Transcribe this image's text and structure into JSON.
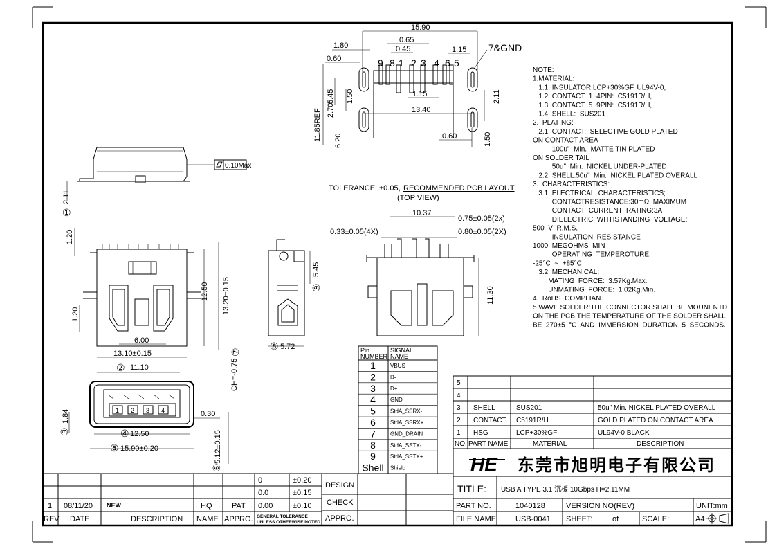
{
  "dims": {
    "top_overall": "15.90",
    "d_180": "1.80",
    "d_065": "0.65",
    "d_045": "0.45",
    "d_115_top": "1.15",
    "d_060_top": "0.60",
    "gnd_label": "7&GND",
    "pin_numbers": [
      "9",
      "8",
      "1",
      "2",
      "3",
      "4",
      "6",
      "5"
    ],
    "d_115_mid": "1.15",
    "d_1340": "13.40",
    "d_545": "5.45",
    "d_270": "2.70",
    "d_150_left": "1.50",
    "d_1185ref": "11.85REF",
    "d_620": "6.20",
    "d_211_right": "2.11",
    "d_060_right": "0.60",
    "d_150_right": "1.50",
    "flat_tol": "0.10Max",
    "d_211_side": "2.11",
    "circ1": "①",
    "d_120_a": "1.20",
    "d_120_b": "1.20",
    "d_600": "6.00",
    "d_1250": "12.50",
    "d_1320": "13.20±0.15",
    "d_1310": "13.10±0.15",
    "circ2": "②",
    "d_1110": "11.10",
    "ch": "CH=-0.75",
    "circ7": "⑦",
    "d_545_side": "5.45",
    "circ9": "⑨",
    "circ8": "⑧",
    "d_572": "5.72",
    "circ3": "③",
    "d_184": "1.84",
    "d_030": "0.30",
    "circ4": "④",
    "d_1250_front": "12.50",
    "circ5": "⑤",
    "d_1590_front": "15.90±0.20",
    "circ6": "⑥",
    "d_512": "5.12±0.15",
    "front_pins": [
      "1",
      "2",
      "3",
      "4"
    ],
    "tolerance_line": "TOLERANCE: ±0.05,",
    "pcb_title": "RECOMMENDED PCB LAYOUT",
    "top_view": "(TOP VIEW)",
    "pcb_1037": "10.37",
    "pcb_075": "0.75±0.05(2x)",
    "pcb_033": "0.33±0.05(4X)",
    "pcb_080": "0.80±0.05(2X)",
    "pcb_1130": "11.30"
  },
  "notes": [
    "NOTE:",
    "1.MATERIAL:",
    "   1.1  INSULATOR:LCP+30%GF, UL94V-0,",
    "   1.2  CONTACT  1~4PIN:  C5191R/H,",
    "   1.3  CONTACT  5~9PIN:  C5191R/H,",
    "   1.4  SHELL:  SUS201",
    "2.  PLATING:",
    "   2.1  CONTACT:  SELECTIVE GOLD PLATED",
    "ON CONTACT AREA",
    "          100u\"  Min.  MATTE TIN PLATED",
    "ON SOLDER TAIL",
    "          50u\"  Min.  NICKEL UNDER-PLATED",
    "   2.2  SHELL:50u\"  Min.  NICKEL PLATED OVERALL",
    "3.  CHARACTERISTICS:",
    "   3.1  ELECTRICAL  CHARACTERISTICS;",
    "          CONTACTRESISTANCE:30mΩ  MAXIMUM",
    "          CONTACT  CURRENT  RATING:3A",
    "          DIELECTRIC  WITHSTANDING  VOLTAGE:",
    "500  V  R.M.S.",
    "          INSULATION  RESISTANCE",
    "1000  MEGOHMS  MIN",
    "          OPERATING  TEMPEROTURE:",
    "-25°C  ~  +85°C",
    "   3.2  MECHANICAL:",
    "        MATING  FORCE:  3.57Kg.Max.",
    "        UNMATING  FORCE:  1.02Kg.Min.",
    "4.  RoHS  COMPLIANT",
    "5.WAVE SOLDER:THE CONNECTOR SHALL BE MOUNENTD",
    "ON THE PCB.THE TEMPERATURE OF THE SOLDER SHALL",
    "BE  270±5  °C  AND  IMMERSION  DURATION  5  SECONDS."
  ],
  "pin_table": {
    "head_pin": [
      "Pin",
      "NUMBER"
    ],
    "head_sig": [
      "SIGNAL",
      "NAME"
    ],
    "rows": [
      {
        "pin": "1",
        "sig": "VBUS"
      },
      {
        "pin": "2",
        "sig": "D-"
      },
      {
        "pin": "3",
        "sig": "D+"
      },
      {
        "pin": "4",
        "sig": "GND"
      },
      {
        "pin": "5",
        "sig": "StdA_SSRX-"
      },
      {
        "pin": "6",
        "sig": "StdA_SSRX+"
      },
      {
        "pin": "7",
        "sig": "GND_DRAIN"
      },
      {
        "pin": "8",
        "sig": "StdA_SSTX-"
      },
      {
        "pin": "9",
        "sig": "StdA_SSTX+"
      },
      {
        "pin": "Shell",
        "sig": "Shield"
      }
    ]
  },
  "bom": {
    "rows": [
      {
        "no": "5",
        "part": "",
        "material": "",
        "desc": ""
      },
      {
        "no": "4",
        "part": "",
        "material": "",
        "desc": ""
      },
      {
        "no": "3",
        "part": "SHELL",
        "material": "SUS201",
        "desc": "50u\" Min. NICKEL PLATED OVERALL"
      },
      {
        "no": "2",
        "part": "CONTACT",
        "material": "C5191R/H",
        "desc": "GOLD PLATED ON CONTACT AREA"
      },
      {
        "no": "1",
        "part": "HSG",
        "material": "LCP+30%GF",
        "desc": "UL94V-0 BLACK"
      }
    ],
    "header": {
      "no": "NO.",
      "part": "PART NAME",
      "material": "MATERIAL",
      "desc": "DESCRIPTION"
    }
  },
  "company": {
    "logo": "HE",
    "name": "东莞市旭明电子有限公司"
  },
  "title_block": {
    "title_label": "TITLE:",
    "title_value": "USB A TYPE 3.1 沉板 10Gbps H=2.11MM",
    "part_no_label": "PART NO.",
    "part_no": "1040128",
    "version_label": "VERSION NO(REV)",
    "unit": "UNIT:mm",
    "file_label": "FILE NAME",
    "file_name": "USB-0041",
    "sheet_label": "SHEET:",
    "sheet_of": "of",
    "scale_label": "SCALE:",
    "paper": "A4"
  },
  "tolerance_block": {
    "rows": [
      [
        "0",
        "±0.20"
      ],
      [
        "0.0",
        "±0.15"
      ],
      [
        "0.00",
        "±0.10"
      ]
    ],
    "general": [
      "GENERAL TOLERANCE",
      "UNLESS OTHERWISE NOTED"
    ],
    "design": "DESIGN",
    "check": "CHECK",
    "appro": "APPRO."
  },
  "revision": {
    "row": {
      "rev": "1",
      "date": "08/11/20",
      "desc": "NEW",
      "name": "HQ",
      "appro": "PAT"
    },
    "header": {
      "rev": "REV",
      "date": "DATE",
      "desc": "DESCRIPTION",
      "name": "NAME",
      "appro": "APPRO."
    }
  }
}
